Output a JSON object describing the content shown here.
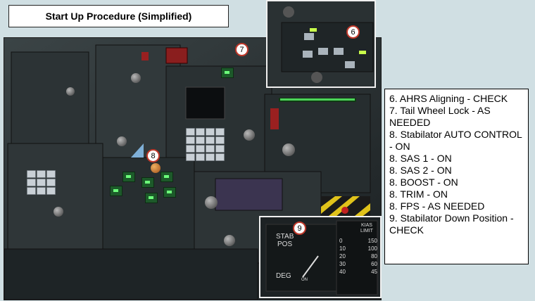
{
  "title": "Start Up Procedure (Simplified)",
  "callouts": {
    "c6": "6",
    "c7": "7",
    "c8": "8",
    "c9": "9"
  },
  "steps": [
    "6. AHRS Aligning - CHECK",
    "7. Tail Wheel Lock - AS NEEDED",
    "8. Stabilator AUTO CONTROL - ON",
    "8. SAS 1 - ON",
    "8. SAS 2 - ON",
    "8. BOOST - ON",
    "8. TRIM - ON",
    "8. FPS - AS NEEDED",
    "9. Stabilator Down Position - CHECK"
  ],
  "gauge": {
    "label_top": "STAB",
    "label_mid": "POS",
    "label_deg": "DEG",
    "label_on": "ON",
    "table_header": "KIAS LIMIT",
    "rows": [
      [
        "0",
        "150"
      ],
      [
        "10",
        "100"
      ],
      [
        "20",
        "80"
      ],
      [
        "30",
        "60"
      ],
      [
        "40",
        "45"
      ]
    ]
  },
  "colors": {
    "background": "#d0dfe3",
    "callout_border": "#c0392b",
    "panel_dark": "#232a2c"
  }
}
